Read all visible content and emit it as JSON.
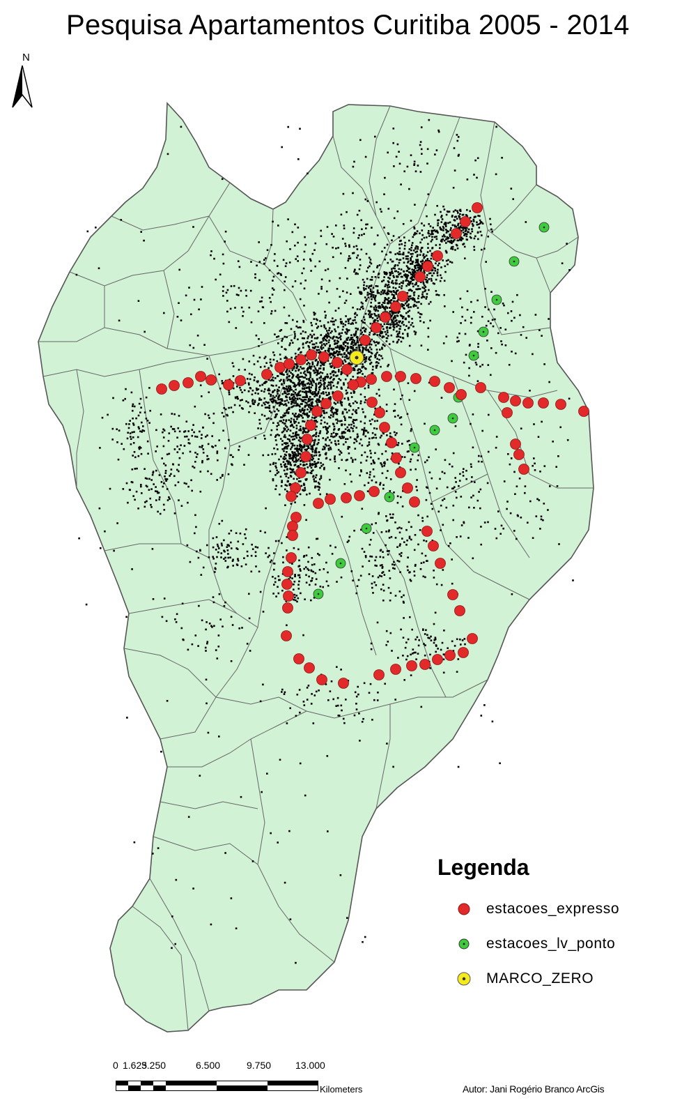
{
  "title": "Pesquisa Apartamentos Curitiba 2005 - 2014",
  "north_label": "N",
  "colors": {
    "land": "#d2f2d6",
    "boundary": "#555555",
    "express": "#e22a2a",
    "ligeirinho": "#3ecb3e",
    "marco_zero": "#f4ea1e",
    "apartment": "#000000"
  },
  "icons": [
    "north-arrow-icon",
    "express-station-icon",
    "ligeirinho-station-icon",
    "marco-zero-icon"
  ],
  "legend": {
    "title": "Legenda",
    "items": [
      {
        "label": "estacoes_expresso"
      },
      {
        "label": "estacoes_lv_ponto"
      },
      {
        "label": "MARCO_ZERO"
      }
    ]
  },
  "scalebar": {
    "labels": [
      "0",
      "1.625",
      "3.250",
      "6.500",
      "9.750",
      "13.000"
    ],
    "unit": "Kilometers"
  },
  "author": "Autor: Jani Rogério Branco ArcGis"
}
